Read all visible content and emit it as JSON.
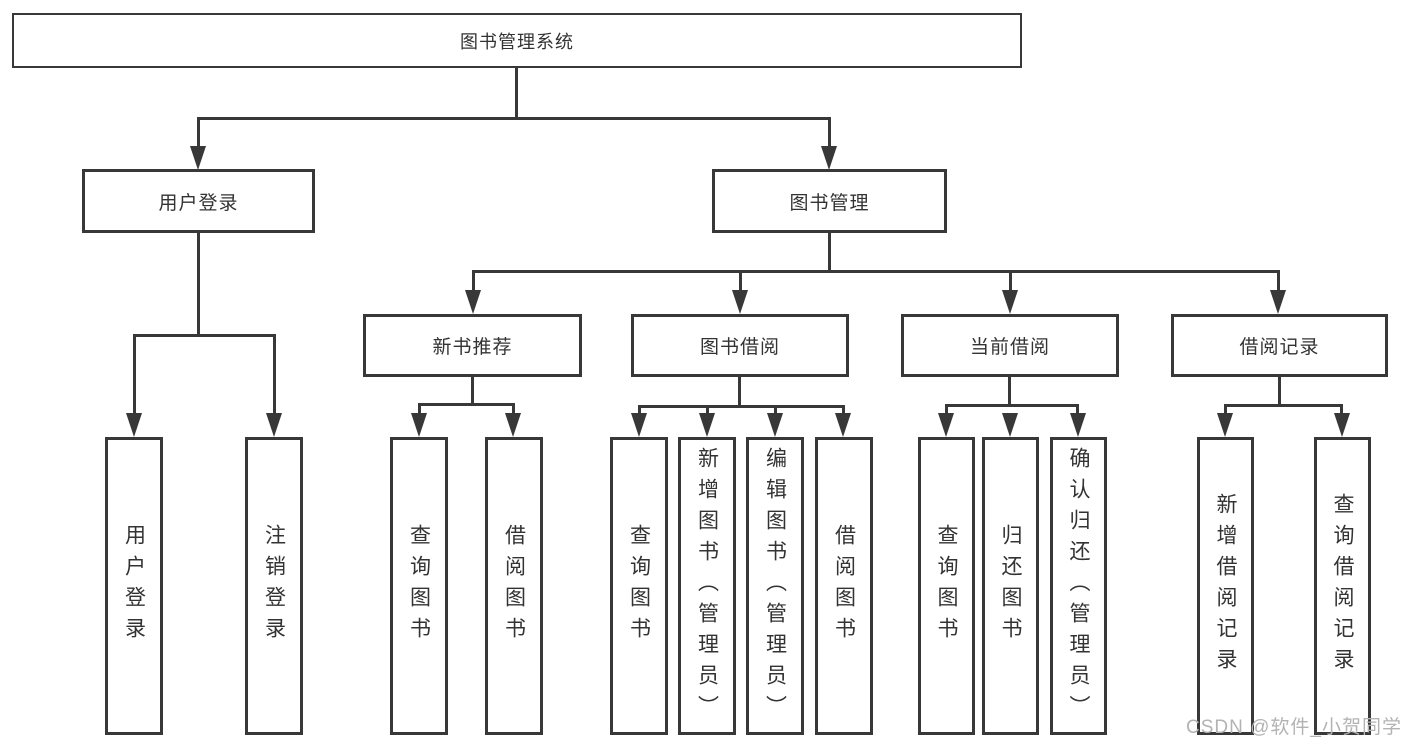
{
  "tree": {
    "label": "图书管理系统",
    "children": [
      {
        "label": "用户登录",
        "children": [
          {
            "label": "用户登录"
          },
          {
            "label": "注销登录"
          }
        ]
      },
      {
        "label": "图书管理",
        "children": [
          {
            "label": "新书推荐",
            "children": [
              {
                "label": "查询图书"
              },
              {
                "label": "借阅图书"
              }
            ]
          },
          {
            "label": "图书借阅",
            "children": [
              {
                "label": "查询图书"
              },
              {
                "label": "新增图书（管理员）"
              },
              {
                "label": "编辑图书（管理员）"
              },
              {
                "label": "借阅图书"
              }
            ]
          },
          {
            "label": "当前借阅",
            "children": [
              {
                "label": "查询图书"
              },
              {
                "label": "归还图书"
              },
              {
                "label": "确认归还（管理员）"
              }
            ]
          },
          {
            "label": "借阅记录",
            "children": [
              {
                "label": "新增借阅记录"
              },
              {
                "label": "查询借阅记录"
              }
            ]
          }
        ]
      }
    ]
  },
  "watermark": {
    "text": "CSDN @软件_小贺同学"
  },
  "colors": {
    "line": "#383838",
    "text": "#333333",
    "watermark": "#b3b3b3",
    "background": "#ffffff"
  }
}
